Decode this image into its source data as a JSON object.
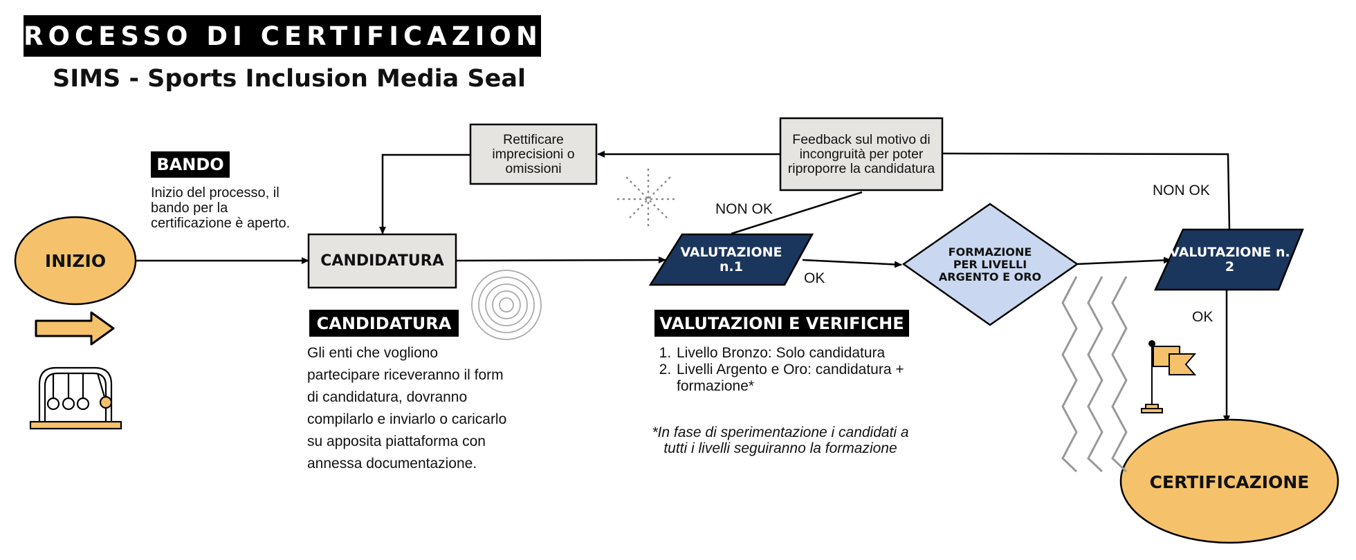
{
  "header": {
    "title": "PROCESSO DI CERTIFICAZIONE",
    "subtitle": "SIMS - Sports Inclusion Media Seal"
  },
  "nodes": {
    "inizio": "INIZIO",
    "candidatura": "CANDIDATURA",
    "rettificare": "Rettificare imprecisioni o omissioni",
    "feedback": "Feedback sul motivo di incongruità per poter riproporre la candidatura",
    "valutazione1": "VALUTAZIONE n.1",
    "formazione": "FORMAZIONE PER LIVELLI ARGENTO E ORO",
    "valutazione2": "VALUTAZIONE n. 2",
    "certificazione": "CERTIFICAZIONE"
  },
  "edge_labels": {
    "non_ok_1": "NON OK",
    "ok_1": "OK",
    "non_ok_2": "NON OK",
    "ok_2": "OK"
  },
  "sections": {
    "bando": {
      "heading": "BANDO",
      "text": "Inizio del processo, il bando per la certificazione è aperto."
    },
    "candidatura": {
      "heading": "CANDIDATURA",
      "text": "Gli enti che vogliono partecipare riceveranno il form di candidatura, dovranno compilarlo e inviarlo o caricarlo su apposita piattaforma con annessa documentazione."
    },
    "valutazioni": {
      "heading": "VALUTAZIONI E VERIFICHE",
      "items": [
        "Livello Bronzo: Solo candidatura",
        "Livelli Argento e Oro: candidatura + formazione*"
      ],
      "note": "*In fase di sperimentazione i candidati a tutti i livelli seguiranno la formazione"
    }
  },
  "colors": {
    "orange": "#f5c26b",
    "navy": "#1b365d",
    "light_blue": "#c9d8f0",
    "grey_box": "#e5e4e1"
  }
}
